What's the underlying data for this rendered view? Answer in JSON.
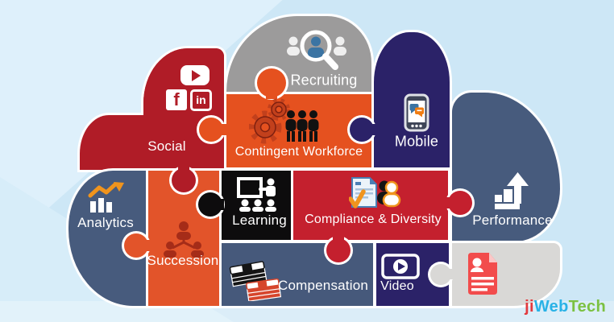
{
  "pieces": {
    "social": {
      "label": "Social",
      "color": "#b01c27"
    },
    "recruiting": {
      "label": "Recruiting",
      "color": "#9c9b9b"
    },
    "contingent": {
      "label": "Contingent Workforce",
      "color": "#e5511f"
    },
    "mobile": {
      "label": "Mobile",
      "color": "#2b2268"
    },
    "analytics": {
      "label": "Analytics",
      "color": "#475b7d"
    },
    "succession": {
      "label": "Succession",
      "color": "#e2542a"
    },
    "learning": {
      "label": "Learning",
      "color": "#0d0c0d"
    },
    "compliance": {
      "label": "Compliance & Diversity",
      "color": "#c4202e"
    },
    "performance": {
      "label": "Performance",
      "color": "#475b7d"
    },
    "compensation": {
      "label": "Compensation",
      "color": "#46597b"
    },
    "video": {
      "label": "Video",
      "color": "#2b2268"
    },
    "document": {
      "label": "",
      "color": "#d9d8d6"
    }
  },
  "social_icons": {
    "youtube": "youtube-icon",
    "facebook_letter": "f",
    "linkedin_letter": "in"
  },
  "icons": [
    "youtube-icon",
    "facebook-icon",
    "linkedin-icon",
    "recruiting-search-people-icon",
    "gears-workforce-icon",
    "mobile-phone-chat-icon",
    "analytics-chart-icon",
    "succession-orgchart-icon",
    "learning-presentation-icon",
    "compliance-document-people-icon",
    "performance-growth-icon",
    "compensation-money-icon",
    "video-player-icon",
    "resume-document-icon"
  ],
  "logo": {
    "ji": "ji",
    "web": "Web",
    "tech": "Tech",
    "colors": {
      "ji": "#e23a3e",
      "web": "#29b2e6",
      "tech": "#7cc142"
    }
  },
  "background": {
    "base": "#cde7f6",
    "wedge": "#def0fb"
  }
}
